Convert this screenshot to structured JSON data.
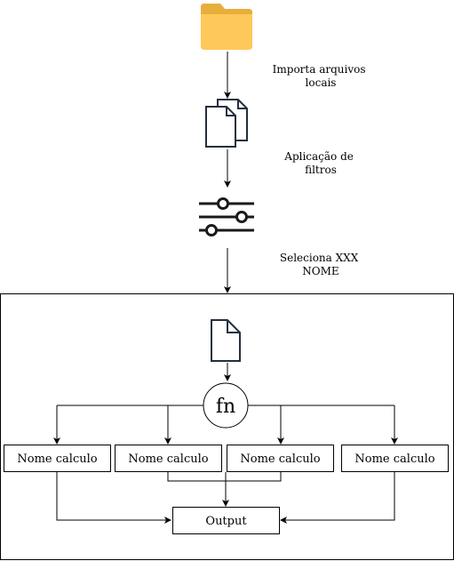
{
  "steps": {
    "import_label": [
      "Importa arquivos",
      "locais"
    ],
    "filter_label": [
      "Aplicação de",
      "filtros"
    ],
    "select_label": [
      "Seleciona XXX",
      "NOME"
    ]
  },
  "calc": {
    "fn_label": "fn",
    "boxes": [
      "Nome calculo",
      "Nome calculo",
      "Nome calculo",
      "Nome calculo"
    ],
    "output_label": "Output"
  },
  "icons": {
    "folder": "folder-icon",
    "documents": "documents-icon",
    "filters": "sliders-icon",
    "file": "file-icon"
  },
  "colors": {
    "folder_fill": "#FFC85A",
    "folder_tab": "#E8AE3C",
    "icon_stroke": "#232F3E",
    "line": "#000000"
  }
}
